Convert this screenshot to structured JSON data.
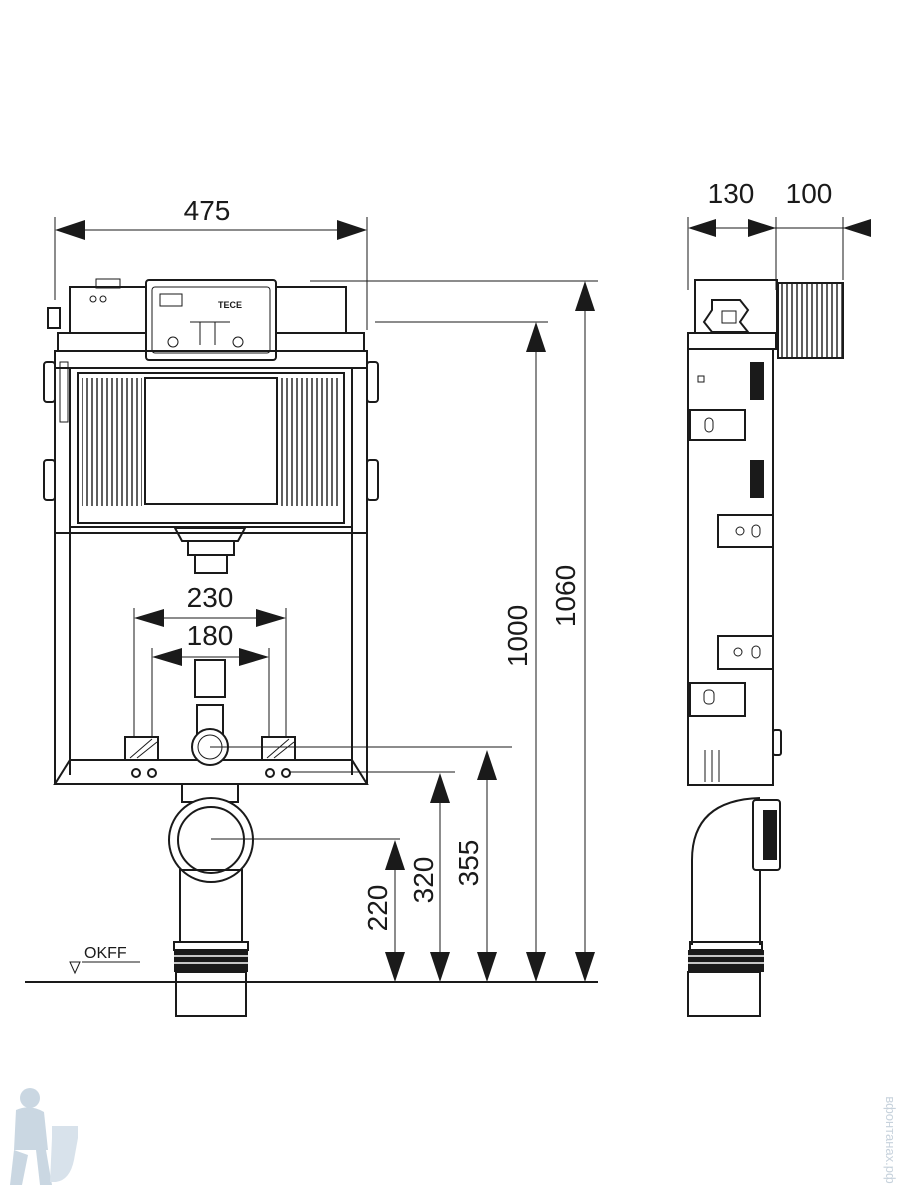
{
  "dimensions": {
    "width_total": "475",
    "depth_frame": "130",
    "depth_extra": "100",
    "distance_outer": "230",
    "distance_inner": "180",
    "height_total": "1060",
    "height_frame": "1000",
    "height_drain": "220",
    "height_connect_low": "320",
    "height_connect_high": "355"
  },
  "labels": {
    "floor_level": "OKFF",
    "brand": "TECE"
  },
  "watermark": {
    "text": "вфонтанах.рф"
  }
}
